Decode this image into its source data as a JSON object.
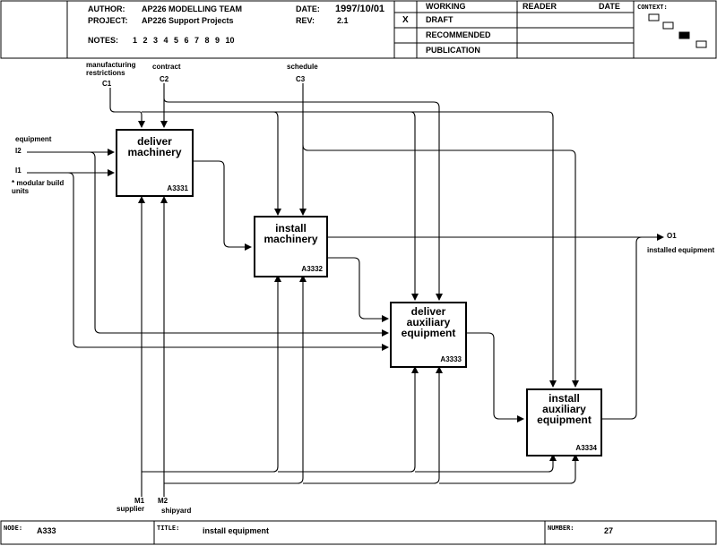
{
  "header": {
    "author_label": "AUTHOR:",
    "author_value": "AP226  MODELLING TEAM",
    "project_label": "PROJECT:",
    "project_value": "AP226 Support Projects",
    "date_label": "DATE:",
    "date_value": "1997/10/01",
    "rev_label": "REV:",
    "rev_value": "2.1",
    "notes_label": "NOTES:",
    "notes_numbers": "1  2  3  4  5  6  7  8  9  10",
    "status": [
      "WORKING",
      "DRAFT",
      "RECOMMENDED",
      "PUBLICATION"
    ],
    "status_mark": "X",
    "reader_label": "READER",
    "reader_date_label": "DATE",
    "context_label": "CONTEXT:"
  },
  "boxes": [
    {
      "name": "deliver\nmachinery",
      "number": "A3331"
    },
    {
      "name": "install\nmachinery",
      "number": "A3332"
    },
    {
      "name": "deliver\nauxiliary\nequipment",
      "number": "A3333"
    },
    {
      "name": "install\nauxiliary\nequipment",
      "number": "A3334"
    }
  ],
  "arrows": {
    "c1_desc": "manufacturing\nrestrictions",
    "c1_code": "C1",
    "c2_desc": "contract",
    "c2_code": "C2",
    "c3_desc": "schedule",
    "c3_code": "C3",
    "i2_desc": "equipment",
    "i2_code": "I2",
    "i1_code": "I1",
    "i1_desc": "* modular build\nunits",
    "o1_code": "O1",
    "o1_desc": "installed equipment",
    "m1_code": "M1",
    "m1_desc": "supplier",
    "m2_code": "M2",
    "m2_desc": "shipyard"
  },
  "footer": {
    "node_label": "NODE:",
    "node_value": "A333",
    "title_label": "TITLE:",
    "title_value": "install equipment",
    "number_label": "NUMBER:",
    "number_value": "27"
  }
}
